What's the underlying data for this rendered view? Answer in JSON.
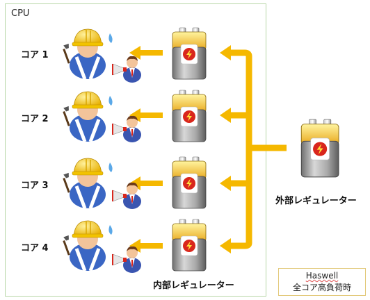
{
  "cpu_label": "CPU",
  "cores": [
    {
      "label": "コア 1"
    },
    {
      "label": "コア 2"
    },
    {
      "label": "コア 3"
    },
    {
      "label": "コア 4"
    }
  ],
  "internal_regulator_label": "内部レギュレーター",
  "external_regulator_label": "外部レギュレーター",
  "note": {
    "title": "Haswell",
    "subtitle": "全コア高負荷時"
  },
  "colors": {
    "arrow": "#f5b800",
    "cpu_border": "#b7d7a6",
    "note_border": "#e2c97a",
    "helmet": "#f7d11a",
    "shirt": "#3a66c4",
    "battery_top": "#f0d040",
    "battery_body": "#999999",
    "bolt": "#d9261c"
  },
  "icons": [
    "worker-icon",
    "manager-megaphone-icon",
    "battery-icon",
    "arrow-left-icon"
  ]
}
